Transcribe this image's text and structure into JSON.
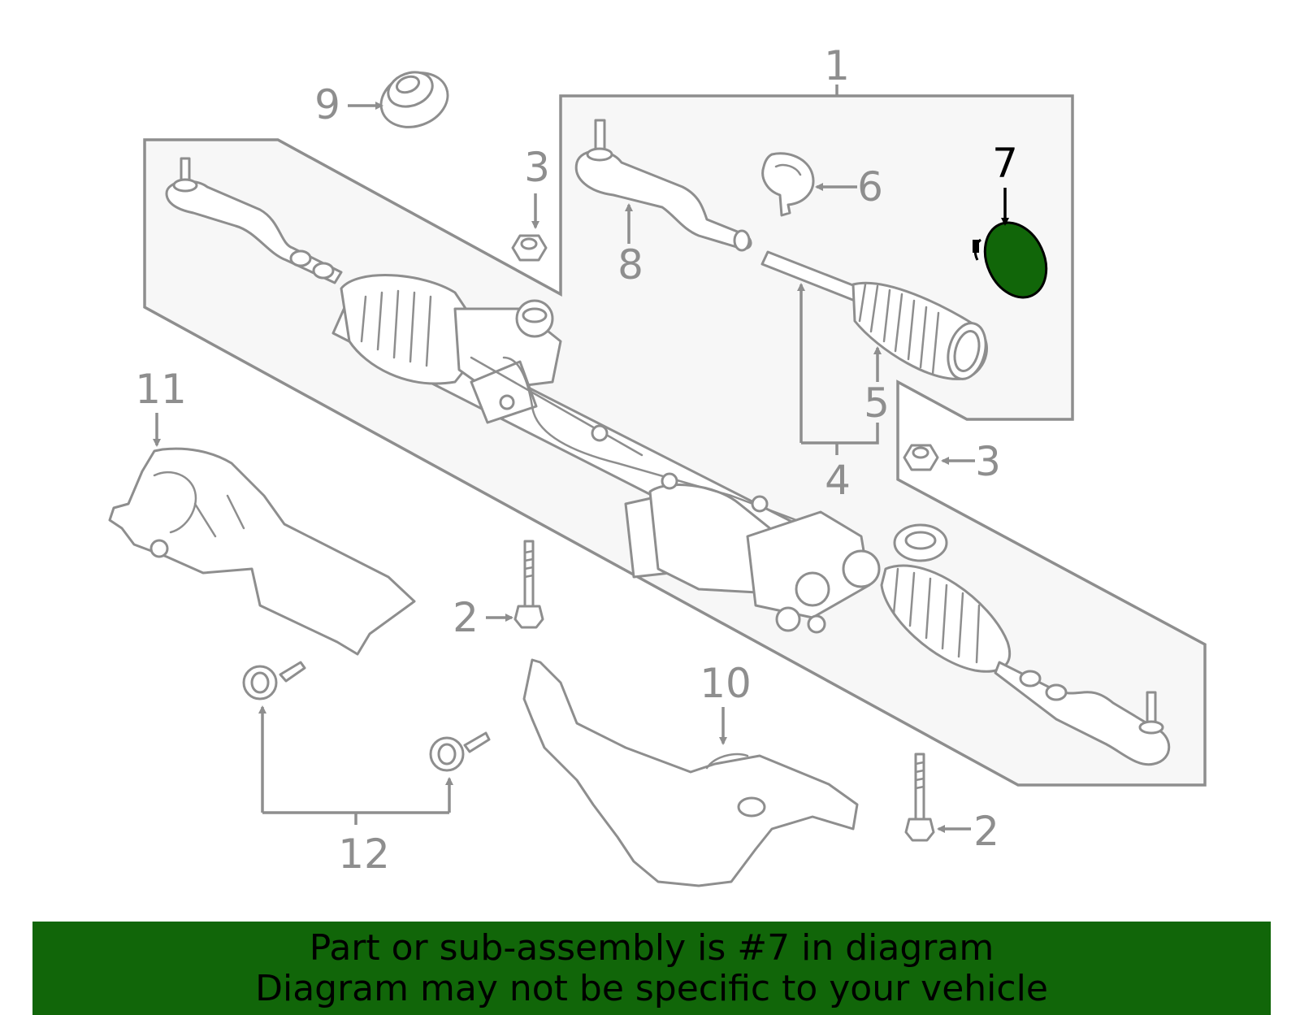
{
  "diagram": {
    "callouts": {
      "c1": "1",
      "c2a": "2",
      "c2b": "2",
      "c3a": "3",
      "c3b": "3",
      "c4": "4",
      "c5": "5",
      "c6": "6",
      "c7": "7",
      "c8": "8",
      "c9": "9",
      "c10": "10",
      "c11": "11",
      "c12": "12"
    },
    "highlighted_part": "7",
    "colors": {
      "highlight": "#116609",
      "line": "#8e8e8e",
      "panel": "#f7f7f7"
    }
  },
  "banner": {
    "line1": "Part or sub-assembly is #7 in diagram",
    "line2": "Diagram may not be specific to your vehicle"
  }
}
